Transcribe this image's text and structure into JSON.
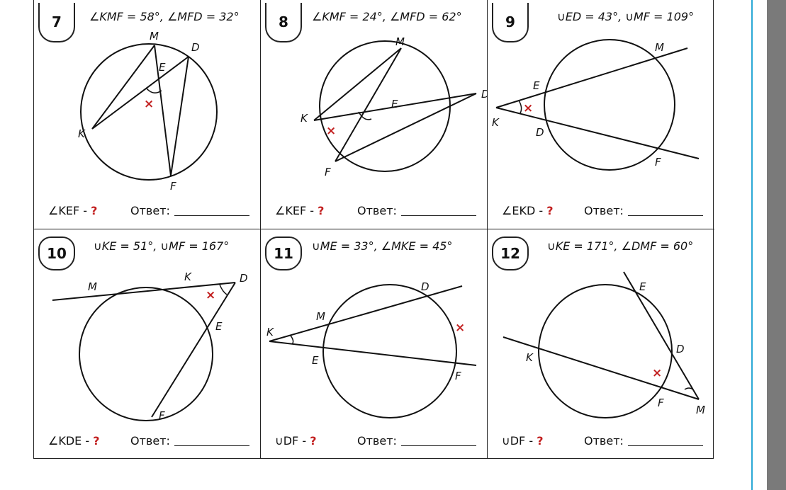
{
  "answer_label": "Ответ:",
  "problems": [
    {
      "number": "7",
      "given": "∠KMF = 58°, ∠MFD = 32°",
      "ask": "∠KEF - ",
      "q": "?",
      "labels": {
        "M": "M",
        "D": "D",
        "E": "E",
        "K": "K",
        "F": "F",
        "x": "×"
      }
    },
    {
      "number": "8",
      "given": "∠KMF = 24°, ∠MFD = 62°",
      "ask": "∠KEF - ",
      "q": "?",
      "labels": {
        "M": "M",
        "D": "D",
        "E": "E",
        "K": "K",
        "F": "F",
        "x": "×"
      }
    },
    {
      "number": "9",
      "given": "∪ED = 43°, ∪MF = 109°",
      "ask": "∠EKD - ",
      "q": "?",
      "labels": {
        "M": "M",
        "E": "E",
        "K": "K",
        "D": "D",
        "F": "F",
        "x": "×"
      }
    },
    {
      "number": "10",
      "given": "∪KE = 51°, ∪MF = 167°",
      "ask": "∠KDE - ",
      "q": "?",
      "labels": {
        "M": "M",
        "K": "K",
        "D": "D",
        "E": "E",
        "F": "F",
        "x": "×"
      }
    },
    {
      "number": "11",
      "given": "∪ME = 33°, ∠MKE = 45°",
      "ask": "∪DF - ",
      "q": "?",
      "labels": {
        "D": "D",
        "M": "M",
        "K": "K",
        "E": "E",
        "F": "F",
        "x": "×"
      }
    },
    {
      "number": "12",
      "given": "∪KE = 171°, ∠DMF = 60°",
      "ask": "∪DF - ",
      "q": "?",
      "labels": {
        "E": "E",
        "D": "D",
        "K": "K",
        "F": "F",
        "M": "M",
        "x": "×"
      }
    }
  ]
}
